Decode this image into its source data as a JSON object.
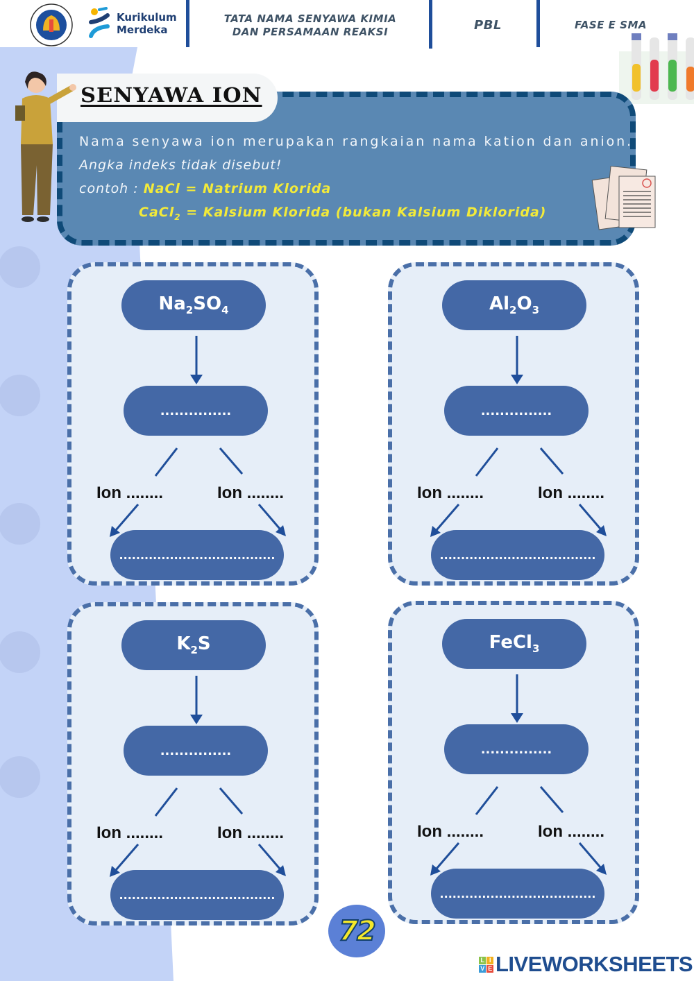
{
  "header": {
    "logo_university": "Universitas Negeri Padang",
    "logo_university_abbr": "UNP",
    "curriculum_line1": "Kurikulum",
    "curriculum_line2": "Merdeka",
    "topic_line1": "TATA NAMA SENYAWA KIMIA",
    "topic_line2": "DAN PERSAMAAN REAKSI",
    "model": "PBL",
    "phase": "FASE E SMA"
  },
  "intro": {
    "title": "SENYAWA ION",
    "line1": "Nama senyawa ion merupakan rangkaian nama kation dan anion.",
    "line2": "Angka indeks tidak disebut!",
    "example_label": "contoh : ",
    "example1": "NaCl = Natrium Klorida",
    "example2_formula_base": "CaCl",
    "example2_formula_sub": "2",
    "example2_rest": " = Kalsium Klorida (bukan Kalsium Diklorida)"
  },
  "cards": [
    {
      "formula_parts": [
        {
          "t": "Na"
        },
        {
          "s": "2"
        },
        {
          "t": "SO"
        },
        {
          "s": "4"
        }
      ],
      "name_blank": "...............",
      "ion_left": "Ion ........",
      "ion_right": "Ion ........",
      "equation_blank": "....................................."
    },
    {
      "formula_parts": [
        {
          "t": "Al"
        },
        {
          "s": "2"
        },
        {
          "t": "O"
        },
        {
          "s": "3"
        }
      ],
      "name_blank": "...............",
      "ion_left": "Ion ........",
      "ion_right": "Ion ........",
      "equation_blank": "....................................."
    },
    {
      "formula_parts": [
        {
          "t": "K"
        },
        {
          "s": "2"
        },
        {
          "t": "S"
        }
      ],
      "name_blank": "...............",
      "ion_left": "Ion ........",
      "ion_right": "Ion ........",
      "equation_blank": "....................................."
    },
    {
      "formula_parts": [
        {
          "t": "FeCl"
        },
        {
          "s": "3"
        }
      ],
      "name_blank": "...............",
      "ion_left": "Ion ........",
      "ion_right": "Ion ........",
      "equation_blank": "....................................."
    }
  ],
  "footer": {
    "page_number": "72",
    "brand": "LIVEWORKSHEETS",
    "brand_badge": [
      "L",
      "I",
      "V",
      "E"
    ]
  },
  "colors": {
    "panel": "#5a88b3",
    "panel_border": "#0f4a78",
    "card_bg": "#e6eef8",
    "pill": "#4468a6",
    "highlight": "#f2ea3a",
    "side_bg": "#c3d3f7"
  }
}
